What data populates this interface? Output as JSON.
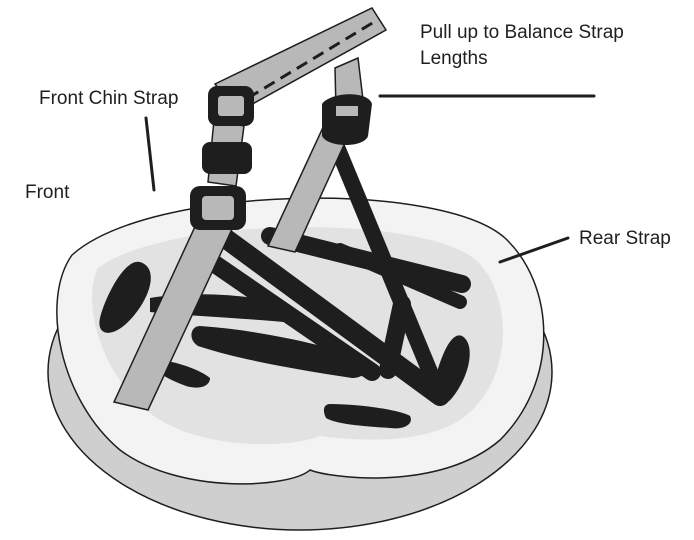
{
  "labels": {
    "pull_up": "Pull up to Balance Strap\nLengths",
    "front_chin_strap": "Front Chin Strap",
    "front": "Front",
    "rear_strap": "Rear Strap"
  },
  "colors": {
    "shell_outer": "#dcdcdc",
    "shell_rim": "#f4f4f4",
    "shell_inner": "#e6e6e6",
    "strap_grey": "#b8b8b8",
    "strap_dark": "#1e1e1e",
    "line": "#1e1e1e"
  }
}
